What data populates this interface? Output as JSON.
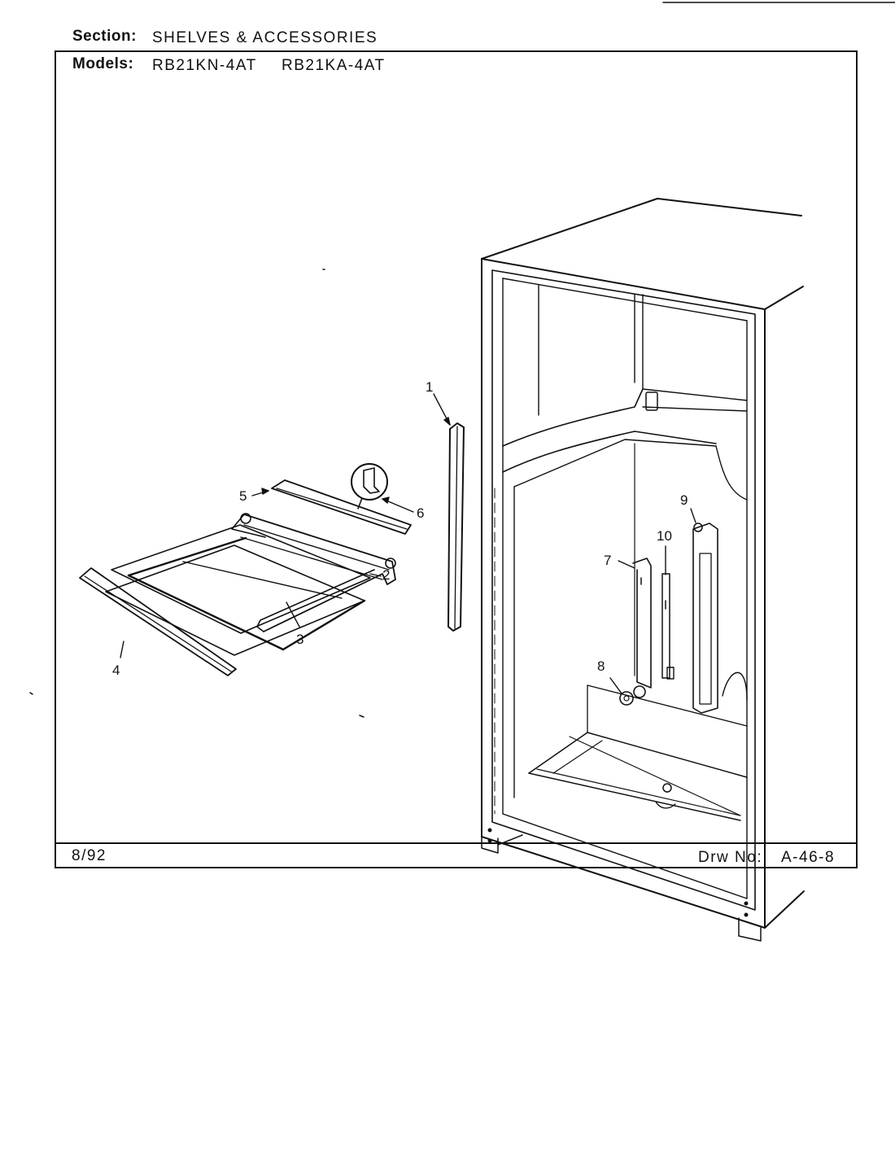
{
  "header": {
    "section_label": "Section:",
    "section_value": "SHELVES & ACCESSORIES",
    "models_label": "Models:",
    "model_1": "RB21KN-4AT",
    "model_2": "RB21KA-4AT"
  },
  "footer": {
    "date": "8/92",
    "drawing_label": "Drw No:",
    "drawing_number": "A-46-8"
  },
  "callouts": [
    "1",
    "2",
    "3",
    "4",
    "5",
    "6",
    "7",
    "8",
    "9",
    "10"
  ]
}
